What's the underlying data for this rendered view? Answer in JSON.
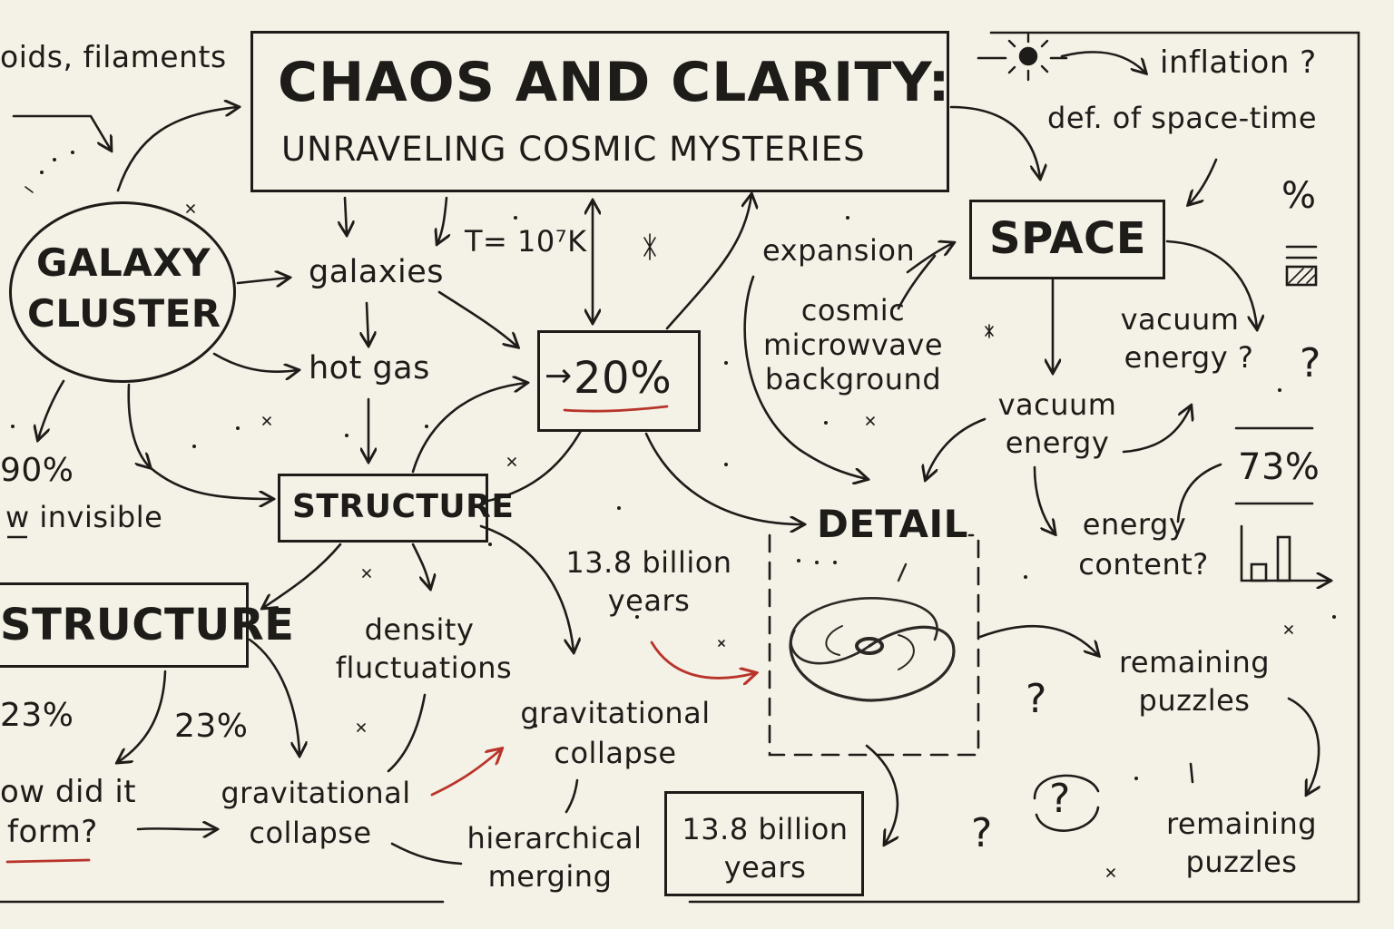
{
  "title": {
    "main": "CHAOS AND CLARITY:",
    "sub": "UNRAVELING COSMIC MYSTERIES"
  },
  "labels": {
    "voids_filaments": "oids, filaments",
    "inflation": "inflation ?",
    "def_spacetime": "def. of space-time",
    "percent_sign": "%",
    "galaxy_cluster_1": "GALAXY",
    "galaxy_cluster_2": "CLUSTER",
    "galaxies": "galaxies",
    "temperature": "T= 10⁷K",
    "expansion": "expansion",
    "space": "SPACE",
    "cmb_1": "cosmic",
    "cmb_2": "microwvave",
    "cmb_3": "background",
    "vacuum_energy_q_1": "vacuum",
    "vacuum_energy_q_2": "energy ?",
    "hot_gas": "hot gas",
    "twenty_percent": "20%",
    "arrow_prefix": "→",
    "question_1": "?",
    "vacuum_energy_1": "vacuum",
    "vacuum_energy_2": "energy",
    "ninety_percent": "90%",
    "now_invisible_a": "w",
    "now_invisible_b": " invisible",
    "structure_small": "STRUCTURE",
    "seventy_three": "73%",
    "detail": "DETAIL",
    "energy_content_1": "energy",
    "energy_content_2": "content?",
    "billion_1a": "13.8 billion",
    "billion_1b": "years",
    "structure_large": "STRUCTURE",
    "density_1": "density",
    "density_2": "fluctuations",
    "remaining_1a": "remaining",
    "remaining_1b": "puzzles",
    "twenty_three_a": "23%",
    "twenty_three_b": "23%",
    "grav_collapse_1a": "gravitational",
    "grav_collapse_1b": "collapse",
    "question_2": "?",
    "how_did_1": "ow did it",
    "how_did_2": "form?",
    "grav_collapse_2a": "gravitational",
    "grav_collapse_2b": "collapse",
    "question_circled": "?",
    "hierarchical_1": "hierarchical",
    "hierarchical_2": "merging",
    "billion_2a": "13.8 billion",
    "billion_2b": "years",
    "question_3": "?",
    "remaining_2a": "remaining",
    "remaining_2b": "puzzles"
  },
  "colors": {
    "ink": "#1e1c19",
    "paper": "#f4f1e6",
    "accent_red": "#b8342b"
  }
}
